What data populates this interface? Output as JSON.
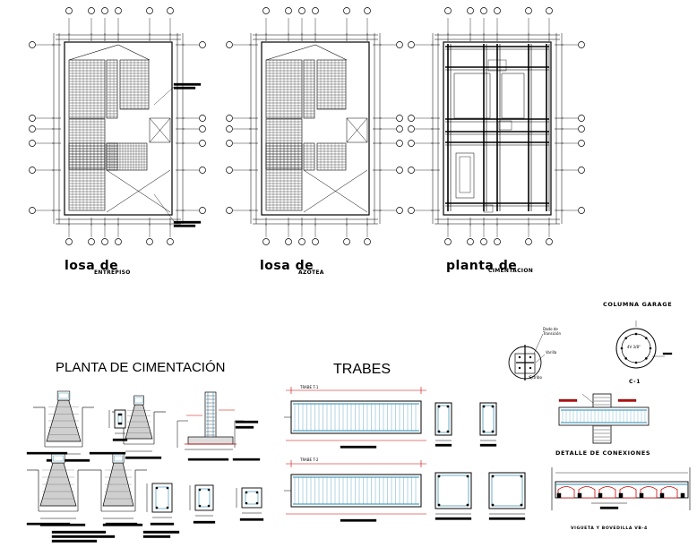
{
  "drawing": {
    "plans": [
      {
        "title": "losa de",
        "subtitle": "ENTREPISO"
      },
      {
        "title": "losa de",
        "subtitle": "AZOTEA"
      },
      {
        "title": "planta de",
        "subtitle": "CIMENTACION"
      }
    ],
    "section_titles": {
      "cimentacion": "PLANTA DE CIMENTACIÓN",
      "trabes": "TRABES",
      "columna": "COLUMNA GARAGE",
      "conexiones": "DETALLE DE CONEXIONES",
      "vigueta": "VIGUETA Y BOVEDILLA VB-4"
    },
    "labels": {
      "column_id": "C-1",
      "trabe_1": "TRABE T-1",
      "trabe_2": "TRABE T-2",
      "column_center": "4V 3/8\"",
      "detail_a": "Dado de",
      "detail_b": "Transición",
      "detail_c": "Varilla",
      "detail_d": "Estribo"
    },
    "colors": {
      "line": "#000000",
      "dim_red": "#cc0000",
      "steel_blue": "#2a8bb0",
      "concrete_gray": "#9a9a9a"
    }
  }
}
